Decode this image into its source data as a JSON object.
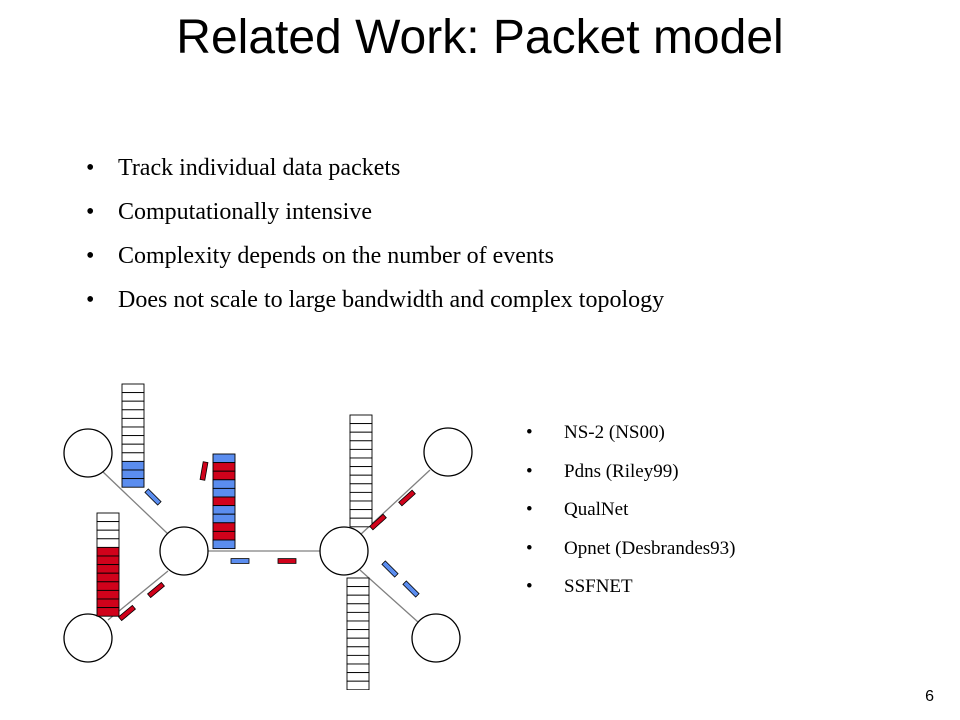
{
  "slide": {
    "title": "Related Work: Packet model",
    "bullets": [
      "Track individual data packets",
      "Computationally intensive",
      "Complexity depends on the number of events",
      "Does not scale to large bandwidth and complex topology"
    ],
    "references": [
      "NS-2 (NS00)",
      "Pdns (Riley99)",
      "QualNet",
      "Opnet (Desbrandes93)",
      "SSFNET"
    ],
    "page_number": "6"
  },
  "diagram": {
    "colors": {
      "packet_red": "#d0021b",
      "packet_blue": "#5b8def",
      "outline": "#000000",
      "link": "#808080"
    },
    "nodes": [
      "top-left-host",
      "bottom-left-host",
      "left-router",
      "right-router",
      "top-right-host",
      "bottom-right-host"
    ],
    "queues": [
      {
        "name": "queue-top-left",
        "slots": 12,
        "fill": [
          "empty",
          "empty",
          "empty",
          "empty",
          "empty",
          "empty",
          "empty",
          "empty",
          "empty",
          "blue",
          "blue",
          "blue"
        ]
      },
      {
        "name": "queue-left-router",
        "slots": 11,
        "fill": [
          "blue",
          "red",
          "red",
          "blue",
          "blue",
          "red",
          "blue",
          "blue",
          "red",
          "red",
          "blue"
        ]
      },
      {
        "name": "queue-bottom-left",
        "slots": 12,
        "fill": [
          "empty",
          "empty",
          "empty",
          "empty",
          "red",
          "red",
          "red",
          "red",
          "red",
          "red",
          "red",
          "red"
        ]
      },
      {
        "name": "queue-top-right",
        "slots": 13,
        "fill": [
          "empty",
          "empty",
          "empty",
          "empty",
          "empty",
          "empty",
          "empty",
          "empty",
          "empty",
          "empty",
          "empty",
          "empty",
          "empty"
        ]
      },
      {
        "name": "queue-bottom-right",
        "slots": 13,
        "fill": [
          "empty",
          "empty",
          "empty",
          "empty",
          "empty",
          "empty",
          "empty",
          "empty",
          "empty",
          "empty",
          "empty",
          "empty",
          "empty"
        ]
      }
    ]
  }
}
